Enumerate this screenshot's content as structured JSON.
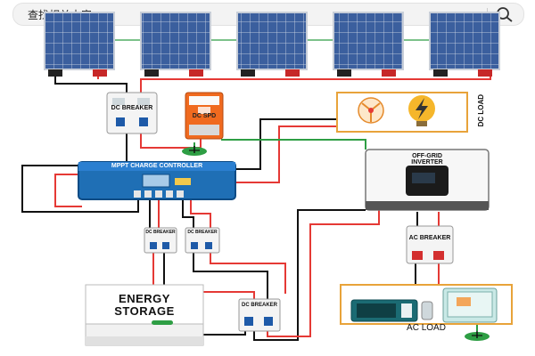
{
  "search": {
    "text": "查找相关内容"
  },
  "components": {
    "dc_breaker_top": "DC BREAKER",
    "dc_spd": "DC SPD",
    "dc_load": "DC LOAD",
    "controller": "MPPT CHARGE CONTROLLER",
    "inverter": "OFF-GRID INVERTER",
    "dc_breaker_left": "DC BREAKER",
    "dc_breaker_mid": "DC BREAKER",
    "ac_breaker": "AC BREAKER",
    "energy_storage": "ENERGY STORAGE",
    "dc_breaker_bottom": "DC BREAKER",
    "ac_load": "AC LOAD"
  },
  "colors": {
    "positive_wire": "#e53935",
    "negative_wire": "#111111",
    "ground_wire": "#2e9e44",
    "panel": "#3a5fa0",
    "controller": "#1f6fb5",
    "spd": "#f06a1f",
    "load_box_border": "#e8a33a"
  },
  "icons": [
    "solar-panel-icon",
    "search-icon",
    "ground-icon",
    "fan-icon",
    "lightning-bulb-icon",
    "microwave-icon",
    "refrigerator-icon",
    "battery-indicator-icon"
  ]
}
